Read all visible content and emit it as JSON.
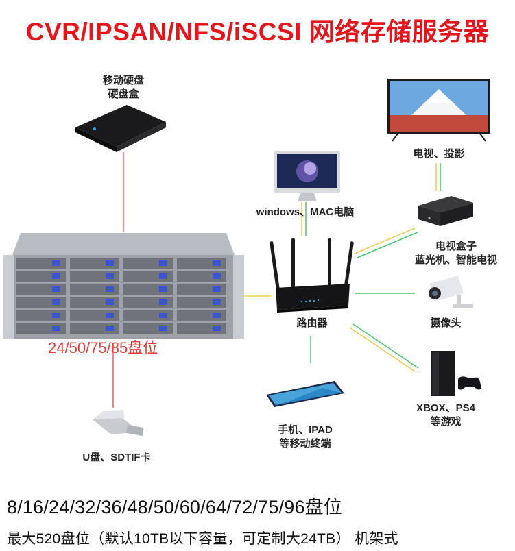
{
  "title": "CVR/IPSAN/NFS/iSCSI 网络存储服务器",
  "devices": {
    "hdd": "移动硬盘\n硬盘盒",
    "pc": "windows、MAC电脑",
    "tv": "电视、投影",
    "tvbox_line1": "电视盒子",
    "tvbox_line2": "蓝光机、智能电视",
    "camera": "摄像头",
    "router": "路由器",
    "console_line1": "XBOX、PS4",
    "console_line2": "等游戏",
    "phone_line1": "手机、IPAD",
    "phone_line2": "等移动终端",
    "usb": "U盘、SDTIF卡"
  },
  "server_bays": "24/50/75/85盘位",
  "bottom": {
    "line1": "8/16/24/32/36/48/50/60/64/72/75/96盘位",
    "line2": "最大520盘位（默认10TB以下容量，可定制大24TB） 机架式"
  },
  "colors": {
    "title": "#e5161b",
    "link_red": "#e24b4b",
    "link_yellow": "#f2c94c",
    "link_green": "#49c46b"
  }
}
